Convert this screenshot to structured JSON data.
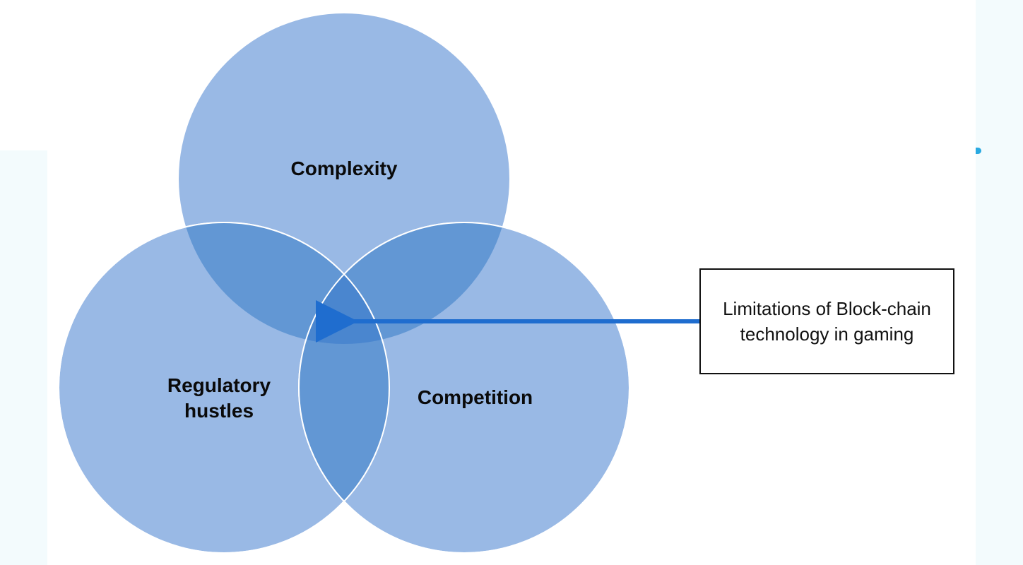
{
  "diagram": {
    "type": "venn",
    "colors": {
      "circle_fill": "#99b9e5",
      "overlap_fill": "#6297d4",
      "center_fill": "#4a86cf",
      "circle_border": "#ffffff",
      "arrow": "#1f6dcf",
      "accent_dot": "#29a9e1",
      "side_panel": "#f3fbfd"
    },
    "sets": [
      {
        "id": "complexity",
        "label": "Complexity"
      },
      {
        "id": "regulatory",
        "label": "Regulatory hustles"
      },
      {
        "id": "competition",
        "label": "Competition"
      }
    ],
    "callout": {
      "text": "Limitations of Block-chain technology in gaming",
      "points_to": "center-intersection"
    }
  }
}
